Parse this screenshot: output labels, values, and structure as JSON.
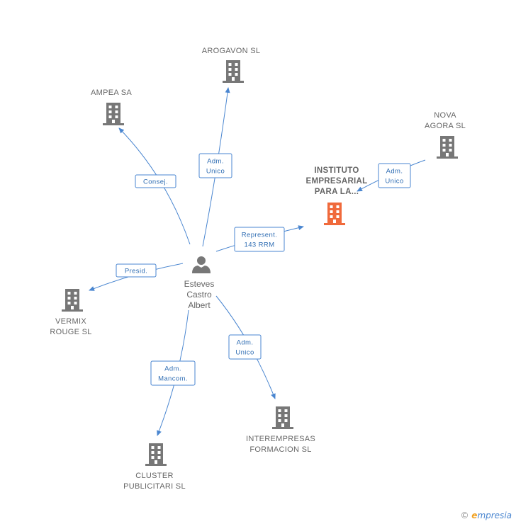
{
  "colors": {
    "edge": "#4a86d0",
    "company_icon": "#777777",
    "focus_icon": "#f06a3c",
    "label": "#666666"
  },
  "person": {
    "name_lines": [
      "Esteves",
      "Castro",
      "Albert"
    ],
    "icon": "person-icon"
  },
  "companies": [
    {
      "id": "arogavon",
      "name_lines": [
        "AROGAVON SL"
      ],
      "icon": "building-icon"
    },
    {
      "id": "ampea",
      "name_lines": [
        "AMPEA SA"
      ],
      "icon": "building-icon"
    },
    {
      "id": "nova",
      "name_lines": [
        "NOVA",
        "AGORA SL"
      ],
      "icon": "building-icon"
    },
    {
      "id": "instituto",
      "name_lines": [
        "INSTITUTO",
        "EMPRESARIAL",
        "PARA LA..."
      ],
      "icon": "building-icon",
      "focus": true
    },
    {
      "id": "vermix",
      "name_lines": [
        "VERMIX",
        "ROUGE SL"
      ],
      "icon": "building-icon"
    },
    {
      "id": "interempresas",
      "name_lines": [
        "INTEREMPRESAS",
        "FORMACION SL"
      ],
      "icon": "building-icon"
    },
    {
      "id": "cluster",
      "name_lines": [
        "CLUSTER",
        "PUBLICITARI SL"
      ],
      "icon": "building-icon"
    }
  ],
  "edges": [
    {
      "id": "e-arogavon",
      "label_lines": [
        "Adm.",
        "Unico"
      ]
    },
    {
      "id": "e-ampea",
      "label_lines": [
        "Consej."
      ]
    },
    {
      "id": "e-nova",
      "label_lines": [
        "Adm.",
        "Unico"
      ]
    },
    {
      "id": "e-instituto",
      "label_lines": [
        "Represent.",
        "143 RRM"
      ]
    },
    {
      "id": "e-vermix",
      "label_lines": [
        "Presid."
      ]
    },
    {
      "id": "e-interempresas",
      "label_lines": [
        "Adm.",
        "Unico"
      ]
    },
    {
      "id": "e-cluster",
      "label_lines": [
        "Adm.",
        "Mancom."
      ]
    }
  ],
  "footer": {
    "copyright": "©",
    "brand_first": "e",
    "brand_rest": "mpresia"
  }
}
